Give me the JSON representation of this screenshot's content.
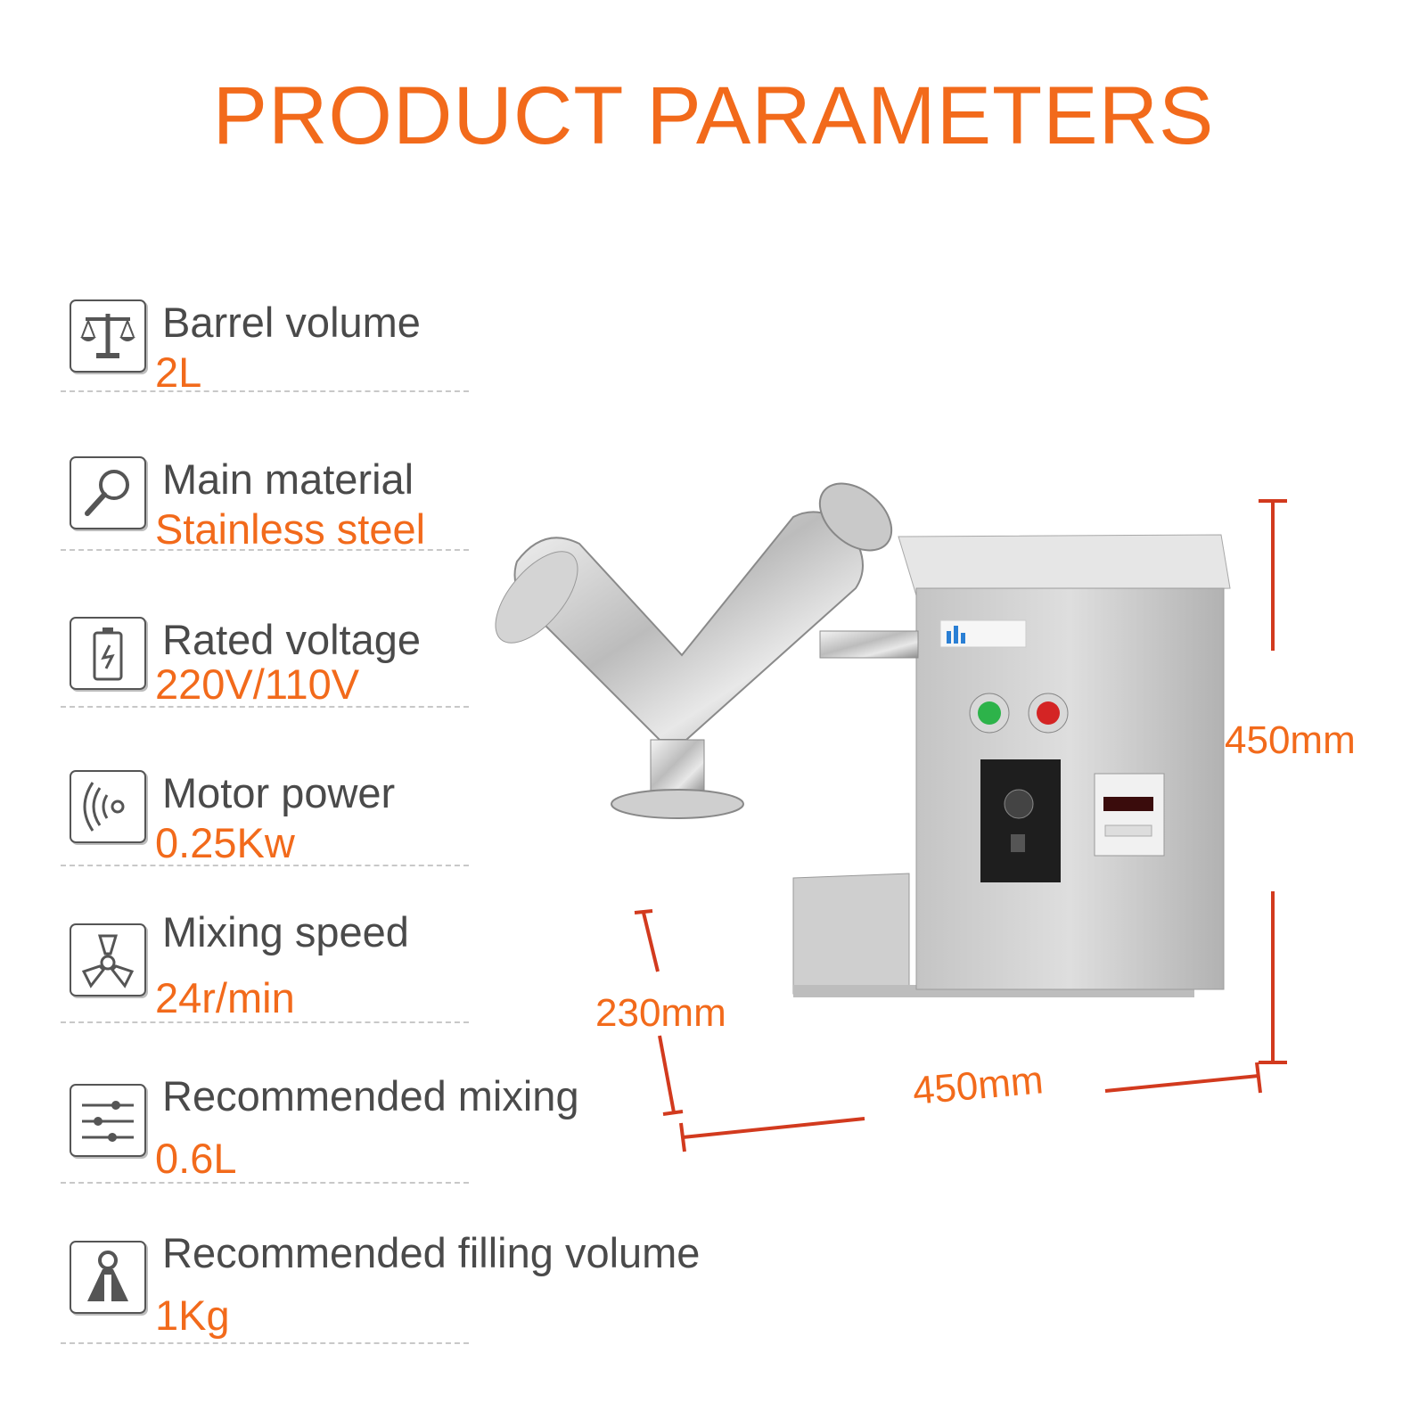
{
  "title": "PRODUCT PARAMETERS",
  "accent_color": "#f26a1b",
  "text_color": "#4a4a4a",
  "parameters": [
    {
      "label": "Barrel volume",
      "value": "2L",
      "icon": "scale-icon"
    },
    {
      "label": "Main material",
      "value": "Stainless steel",
      "icon": "magnifier-icon"
    },
    {
      "label": "Rated voltage",
      "value": "220V/110V",
      "icon": "battery-icon"
    },
    {
      "label": "Motor power",
      "value": "0.25Kw",
      "icon": "signal-icon"
    },
    {
      "label": "Mixing speed",
      "value": "24r/min",
      "icon": "fan-icon"
    },
    {
      "label": "Recommended mixing",
      "value": "0.6L",
      "icon": "sliders-icon"
    },
    {
      "label": "Recommended filling volume",
      "value": "1Kg",
      "icon": "person-icon"
    }
  ],
  "dimensions": {
    "height": "450mm",
    "width": "450mm",
    "depth": "230mm"
  }
}
